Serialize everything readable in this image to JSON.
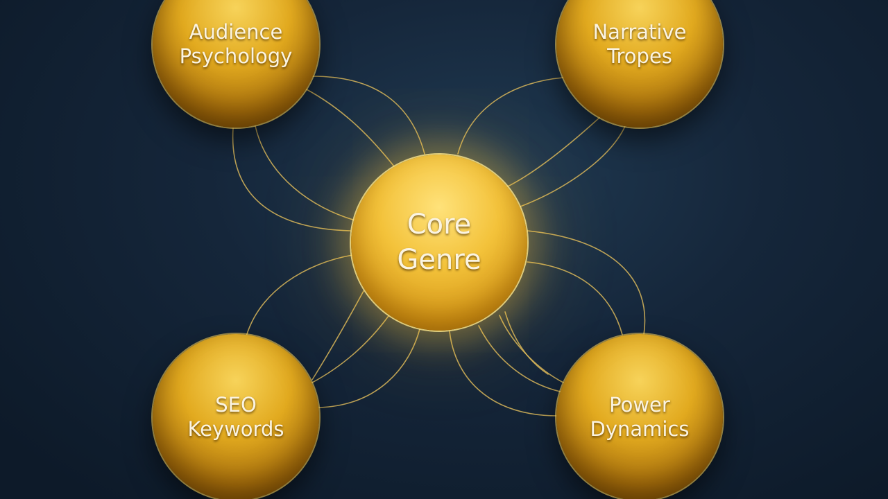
{
  "diagram": {
    "center": {
      "label": "Core\nGenre"
    },
    "nodes": [
      {
        "id": "audience-psychology",
        "label": "Audience\nPsychology"
      },
      {
        "id": "narrative-tropes",
        "label": "Narrative\nTropes"
      },
      {
        "id": "seo-keywords",
        "label": "SEO\nKeywords"
      },
      {
        "id": "power-dynamics",
        "label": "Power\nDynamics"
      }
    ],
    "colors": {
      "background": "#15263a",
      "node_gold": "#e2aa1f",
      "connector": "#d9b75a",
      "text": "#fbf4e2"
    }
  }
}
